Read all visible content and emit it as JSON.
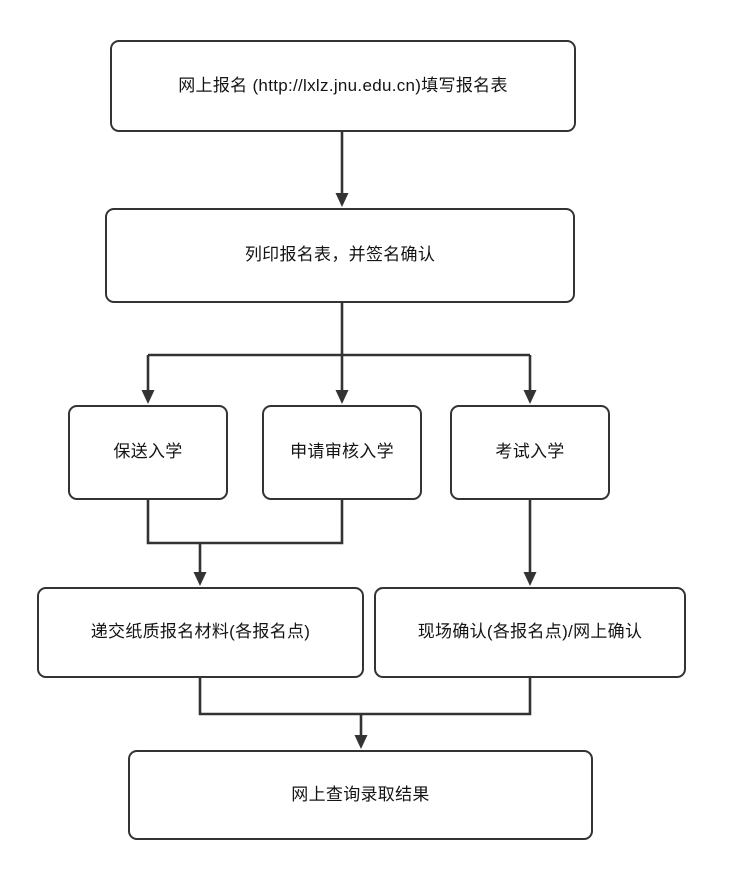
{
  "nodes": {
    "online_registration": {
      "label": "网上报名 (http://lxlz.jnu.edu.cn)填写报名表"
    },
    "print_form": {
      "label": "列印报名表，并签名确认"
    },
    "recommended_admission": {
      "label": "保送入学"
    },
    "application_review_admission": {
      "label": "申请审核入学"
    },
    "exam_admission": {
      "label": "考试入学"
    },
    "submit_materials": {
      "label": "递交纸质报名材料(各报名点)"
    },
    "onsite_confirmation": {
      "label": "现场确认(各报名点)/网上确认"
    },
    "query_results": {
      "label": "网上查询录取结果"
    }
  },
  "edges": [
    {
      "from": "online_registration",
      "to": "print_form"
    },
    {
      "from": "print_form",
      "to": "recommended_admission"
    },
    {
      "from": "print_form",
      "to": "application_review_admission"
    },
    {
      "from": "print_form",
      "to": "exam_admission"
    },
    {
      "from": "recommended_admission",
      "to": "submit_materials"
    },
    {
      "from": "application_review_admission",
      "to": "submit_materials"
    },
    {
      "from": "exam_admission",
      "to": "onsite_confirmation"
    },
    {
      "from": "submit_materials",
      "to": "query_results"
    },
    {
      "from": "onsite_confirmation",
      "to": "query_results"
    }
  ],
  "colors": {
    "line": "#333333",
    "node_border": "#333333",
    "node_fill": "#ffffff",
    "text": "#141414",
    "background": "#ffffff"
  }
}
